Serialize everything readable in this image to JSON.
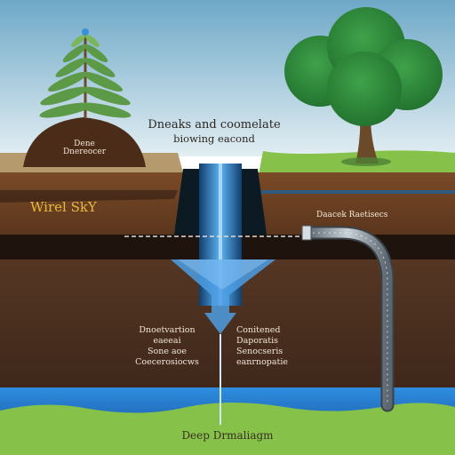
{
  "diagram": {
    "title": {
      "line1": "Dneaks and coomelate",
      "line2": "biowing eacond"
    },
    "mound_label": {
      "line1": "Dene",
      "line2": "Dnereocer"
    },
    "left_layer_label": "Wirel SkY",
    "right_pipe_label": "Daacek Raetisecs",
    "lower_left_label": {
      "line1": "Dnoetvartion",
      "line2": "eaeeai",
      "line3": "Sone aoe",
      "line4": "Coecerosiocws"
    },
    "lower_right_label": {
      "line1": "Conitened",
      "line2": "Daporatis",
      "line3": "Senocseris",
      "line4": "eanrnopatie"
    },
    "bottom_label": "Deep Drmaliagm",
    "colors": {
      "sky_top": "#6ea8c8",
      "sky_bottom": "#e2eef2",
      "grass": "#86c24a",
      "topsoil": "#6b3f22",
      "deep_soil": "#4b2e1e",
      "water": "#2f8ee0",
      "tree_crown": "#2e8a3a",
      "plant": "#5c9a48",
      "pipe": "#8f99a3"
    },
    "icons": [
      "sapling-icon",
      "tree-icon",
      "pipe-icon",
      "down-arrow-icon"
    ]
  }
}
